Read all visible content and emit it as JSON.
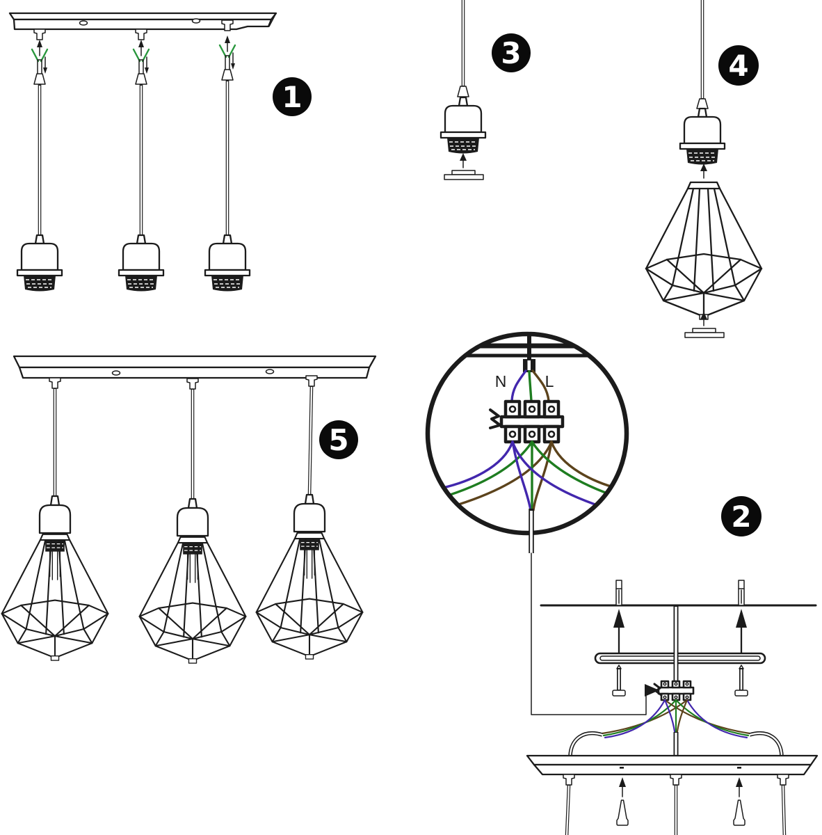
{
  "steps": {
    "step1": {
      "badge": "1"
    },
    "step2": {
      "badge": "2"
    },
    "step3": {
      "badge": "3"
    },
    "step4": {
      "badge": "4"
    },
    "step5": {
      "badge": "5"
    }
  },
  "wiring": {
    "neutral_label": "N",
    "live_label": "L"
  },
  "colors": {
    "paper": "#ffffff",
    "ink": "#1b1b1b",
    "badge_bg": "#0a0a0a",
    "badge_text": "#ffffff",
    "wire_neutral_blue": "#4227ad",
    "wire_earth_green": "#1e7d20",
    "wire_live_brown": "#5c431c",
    "strip_wire_green": "#28963c"
  }
}
